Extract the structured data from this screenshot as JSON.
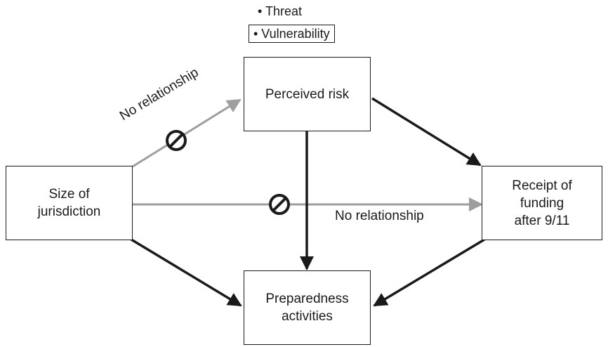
{
  "legend": {
    "items": [
      {
        "text": "• Threat",
        "boxed": false
      },
      {
        "text": "• Vulnerability",
        "boxed": true
      }
    ]
  },
  "nodes": {
    "perceived_risk": "Perceived risk",
    "size_line1": "Size of",
    "size_line2": "jurisdiction",
    "receipt_line1": "Receipt of",
    "receipt_line2": "funding",
    "receipt_line3": "after 9/11",
    "prep_line1": "Preparedness",
    "prep_line2": "activities"
  },
  "edges": [
    {
      "from": "Size of jurisdiction",
      "to": "Perceived risk",
      "label": "No relationship",
      "relationship": false,
      "color": "#9e9e9e"
    },
    {
      "from": "Size of jurisdiction",
      "to": "Receipt of funding after 9/11",
      "label": "No relationship",
      "relationship": false,
      "color": "#9e9e9e"
    },
    {
      "from": "Perceived risk",
      "to": "Receipt of funding after 9/11",
      "label": "",
      "relationship": true,
      "color": "#1a1a1a"
    },
    {
      "from": "Perceived risk",
      "to": "Preparedness activities",
      "label": "",
      "relationship": true,
      "color": "#1a1a1a"
    },
    {
      "from": "Size of jurisdiction",
      "to": "Preparedness activities",
      "label": "",
      "relationship": true,
      "color": "#1a1a1a"
    },
    {
      "from": "Receipt of funding after 9/11",
      "to": "Preparedness activities",
      "label": "",
      "relationship": true,
      "color": "#1a1a1a"
    }
  ],
  "colors": {
    "positive_arrow": "#1a1a1a",
    "null_arrow": "#9e9e9e"
  },
  "icons": {
    "no_relationship": "prohibition-icon"
  }
}
